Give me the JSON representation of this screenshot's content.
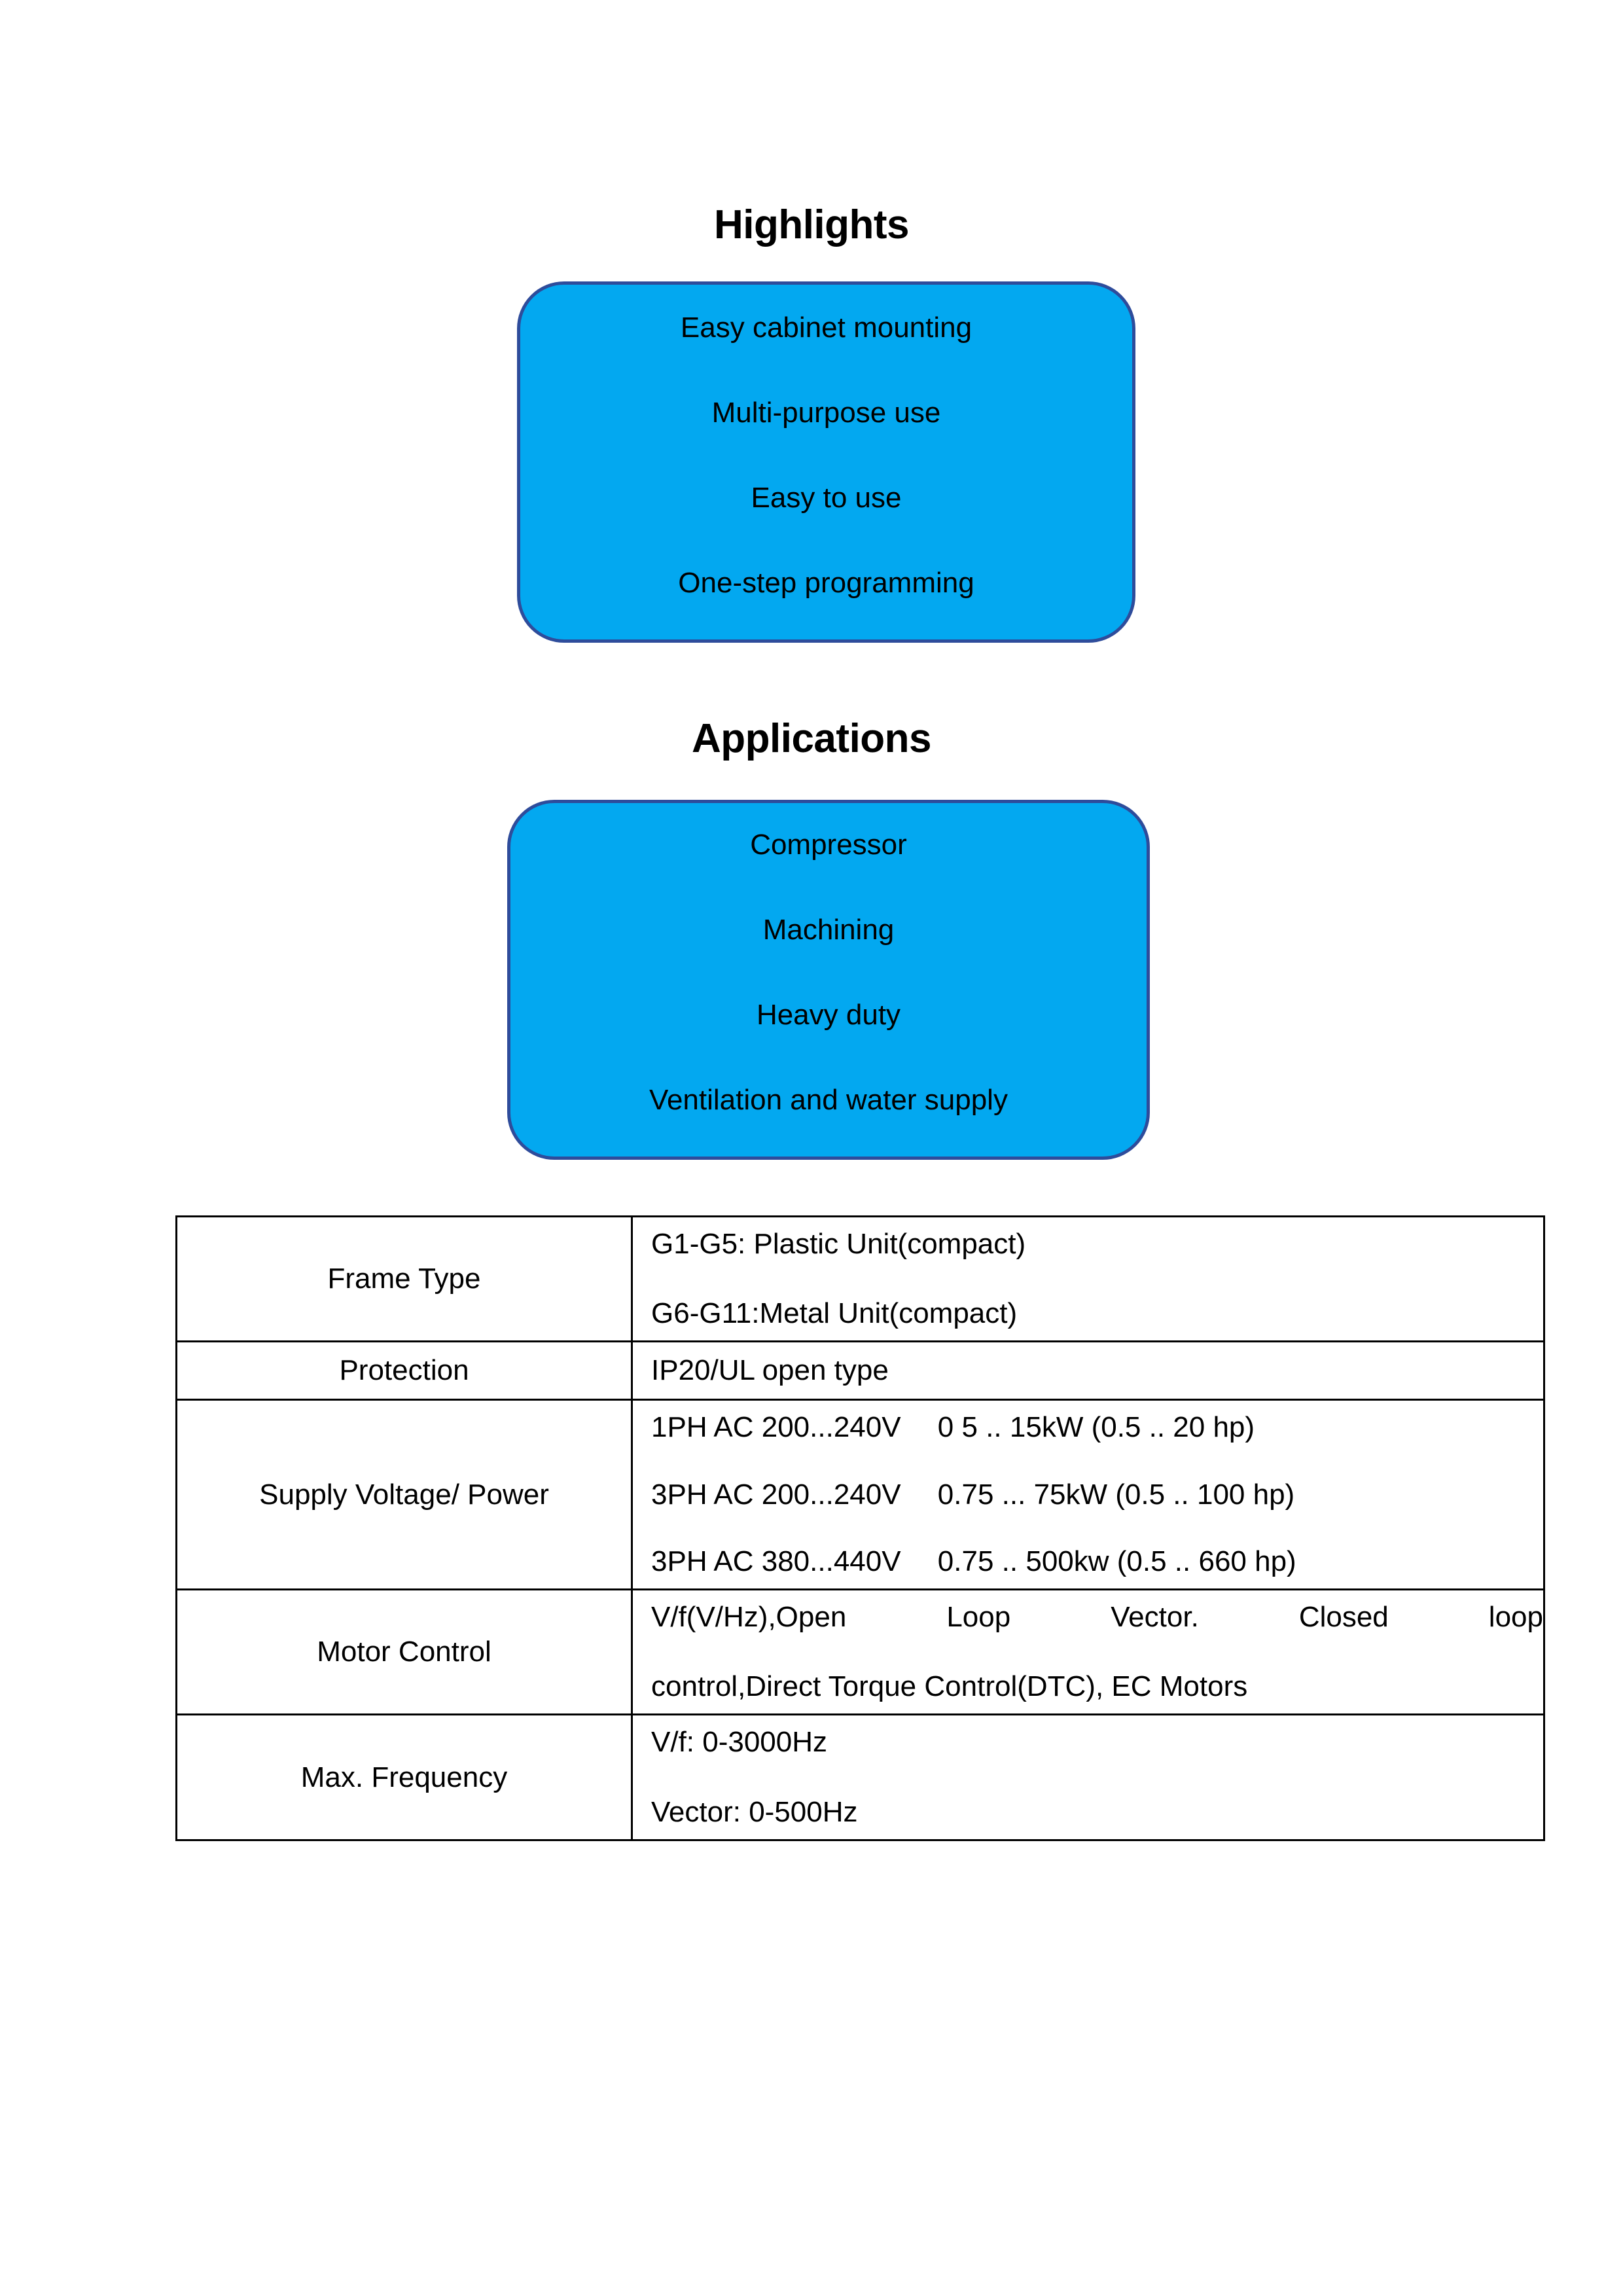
{
  "highlights": {
    "title": "Highlights",
    "items": [
      "Easy cabinet mounting",
      "Multi-purpose use",
      "Easy to use",
      "One-step programming"
    ]
  },
  "applications": {
    "title": "Applications",
    "items": [
      "Compressor",
      "Machining",
      "Heavy duty",
      "Ventilation and water supply"
    ]
  },
  "spec_table": {
    "rows": [
      {
        "label": "Frame Type",
        "values": [
          "G1-G5: Plastic Unit(compact)",
          "G6-G11:Metal Unit(compact)"
        ]
      },
      {
        "label": "Protection",
        "values": [
          "IP20/UL open type"
        ]
      },
      {
        "label": "Supply Voltage/ Power",
        "values": [
          "1PH AC 200...240V  0 5 .. 15kW (0.5 .. 20 hp)",
          "3PH AC 200...240V  0.75 ... 75kW (0.5 .. 100 hp)",
          "3PH AC 380...440V  0.75 .. 500kw (0.5 .. 660 hp)"
        ]
      },
      {
        "label": "Motor Control",
        "values": [
          "V/f(V/Hz),Open Loop Vector. Closed loop",
          "control,Direct Torque Control(DTC), EC Motors"
        ]
      },
      {
        "label": "Max. Frequency",
        "values": [
          "V/f: 0-3000Hz",
          "Vector: 0-500Hz"
        ]
      }
    ]
  },
  "colors": {
    "box_fill": "#03A8F0",
    "box_border": "#2E4C9B",
    "table_border": "#000000",
    "text": "#000000"
  }
}
